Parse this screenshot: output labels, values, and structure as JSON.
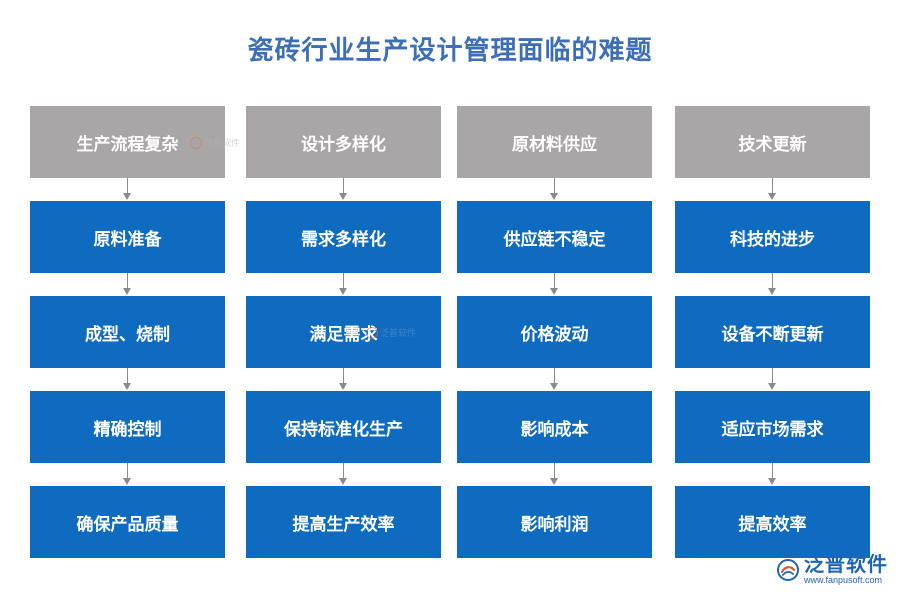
{
  "title": "瓷砖行业生产设计管理面临的难题",
  "colors": {
    "title": "#3c6fb6",
    "header_box": "#a8a6a6",
    "step_box": "#0f6bbf",
    "arrow": "#8a8a8a",
    "logo": "#1f63b6"
  },
  "columns": [
    {
      "header": "生产流程复杂",
      "steps": [
        "原料准备",
        "成型、烧制",
        "精确控制",
        "确保产品质量"
      ]
    },
    {
      "header": "设计多样化",
      "steps": [
        "需求多样化",
        "满足需求",
        "保持标准化生产",
        "提高生产效率"
      ]
    },
    {
      "header": "原材料供应",
      "steps": [
        "供应链不稳定",
        "价格波动",
        "影响成本",
        "影响利润"
      ]
    },
    {
      "header": "技术更新",
      "steps": [
        "科技的进步",
        "设备不断更新",
        "适应市场需求",
        "提高效率"
      ]
    }
  ],
  "watermark": {
    "small_text": "泛普软件"
  },
  "logo": {
    "name": "泛普软件",
    "url": "www.fanpusoft.com",
    "icon": "fanpu-logo-icon"
  }
}
